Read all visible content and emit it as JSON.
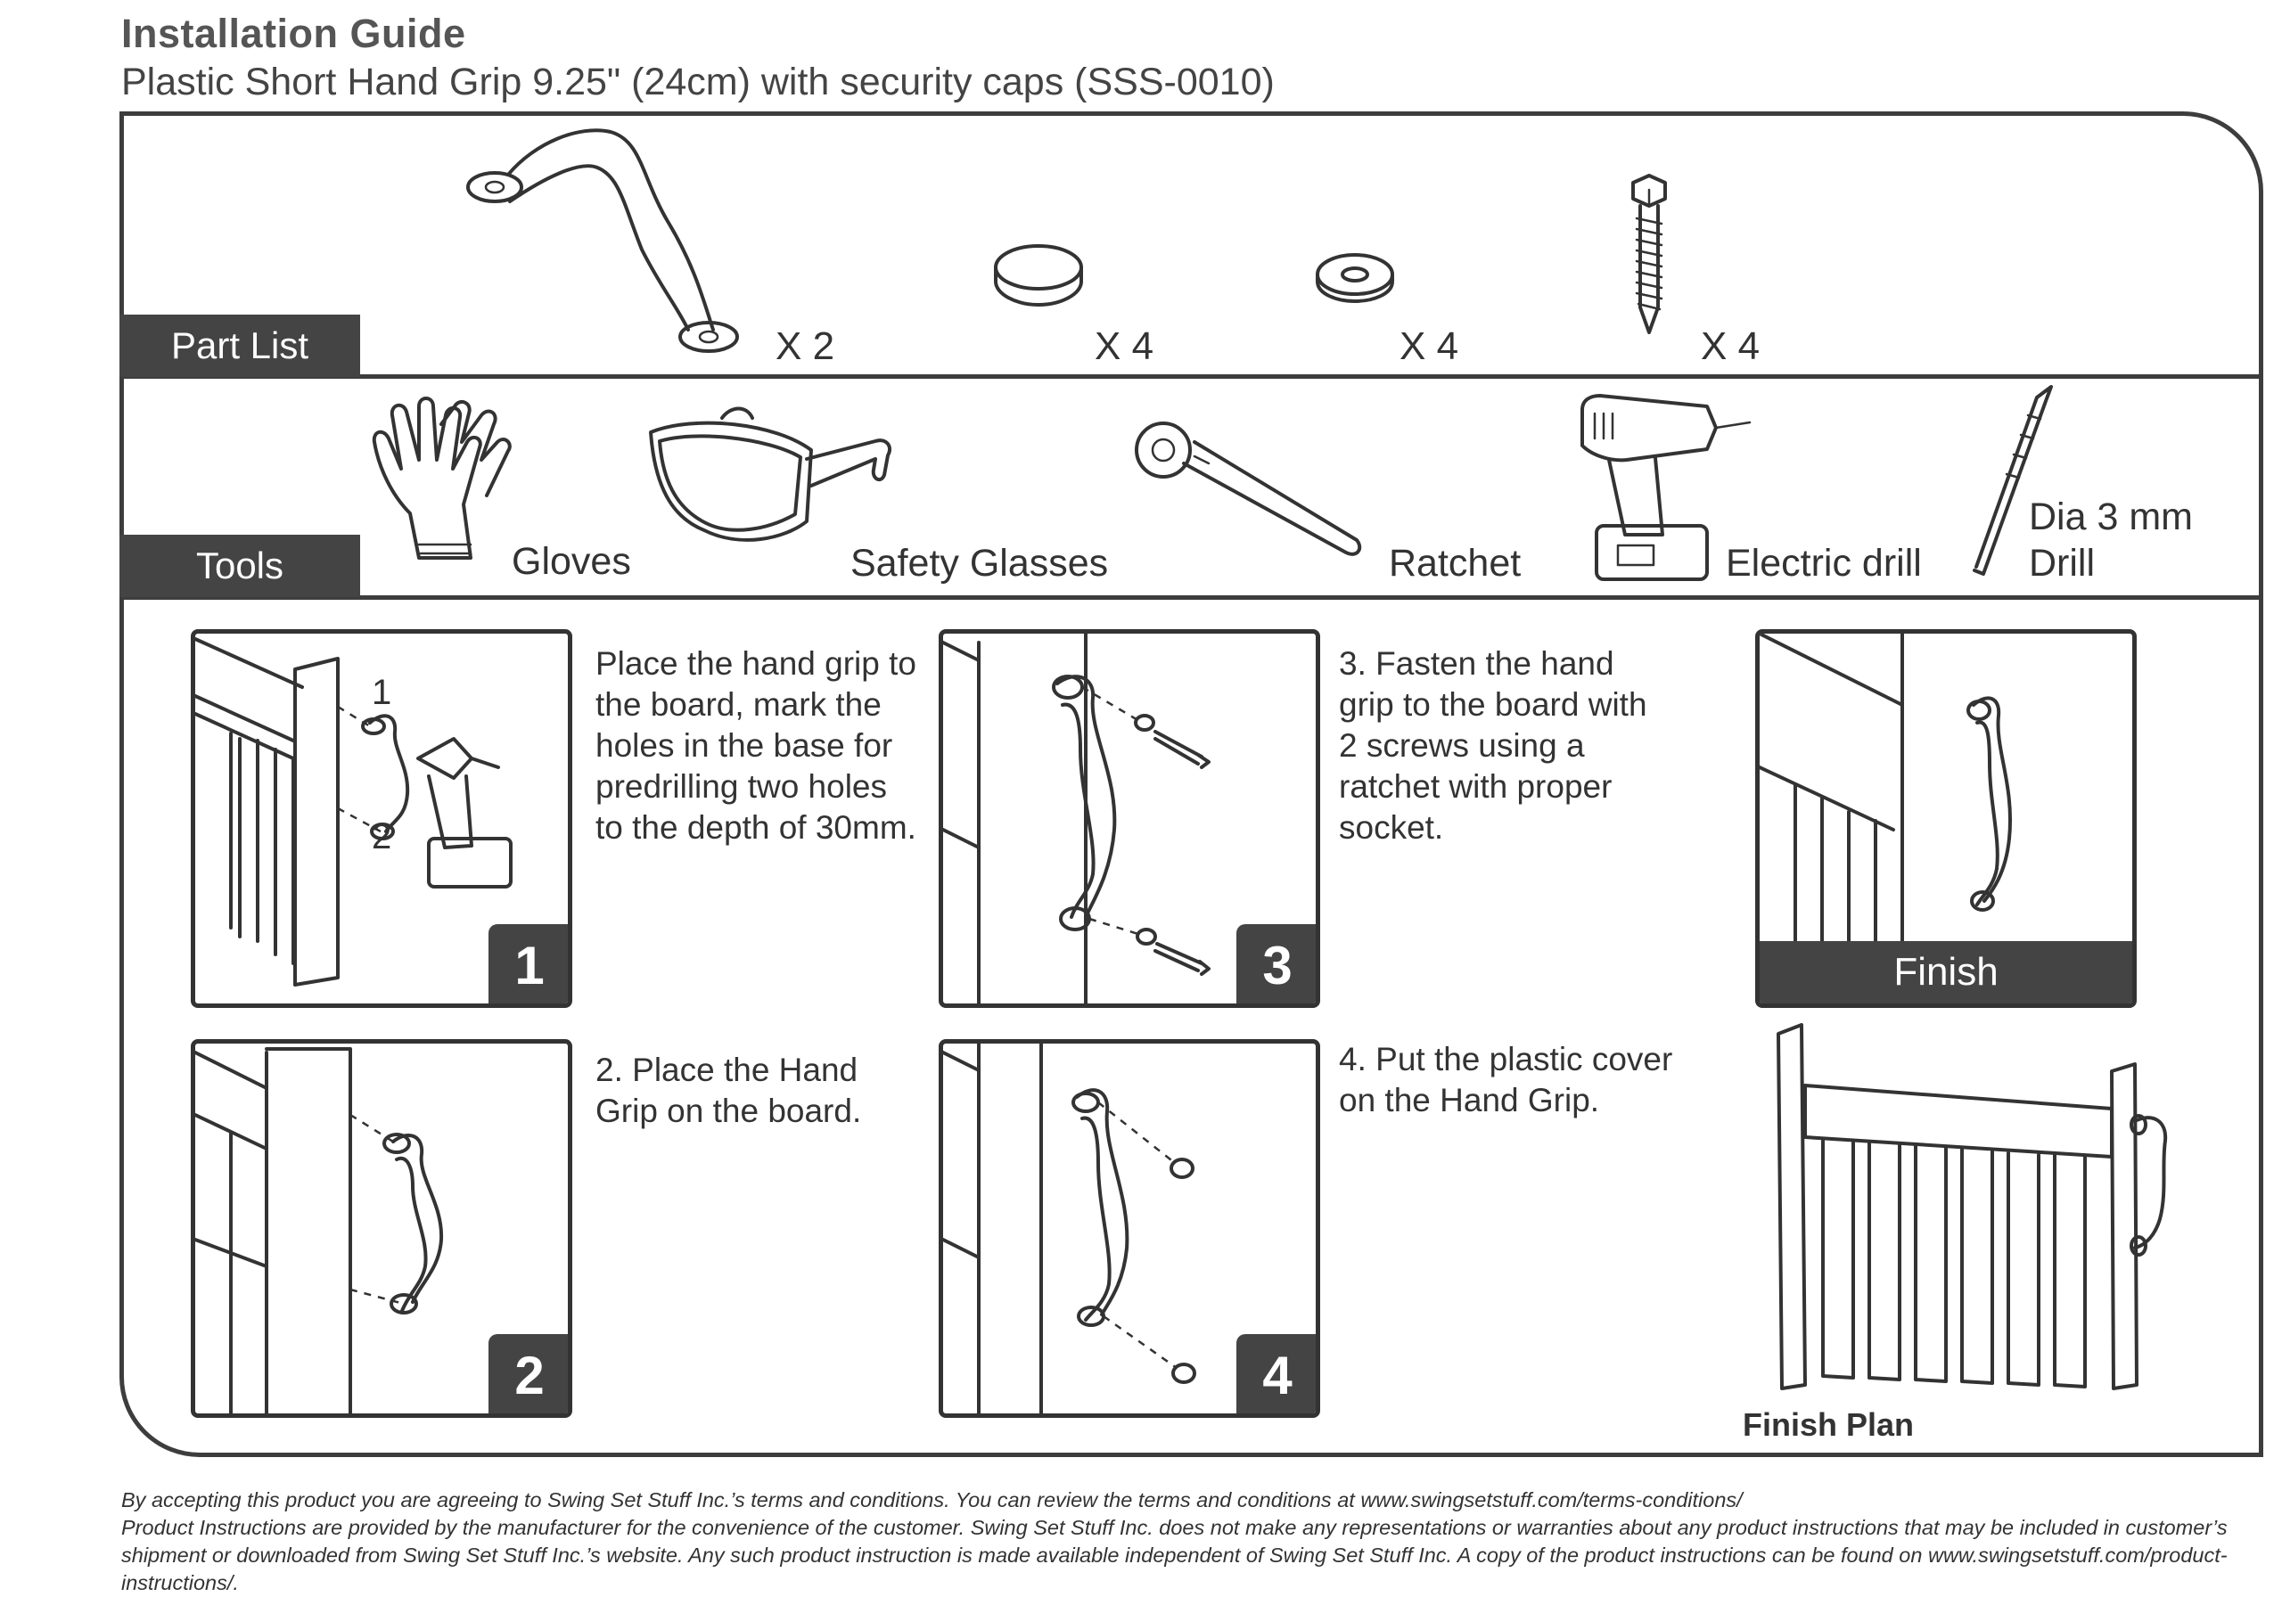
{
  "header": {
    "title": "Installation Guide",
    "subtitle": "Plastic Short Hand Grip 9.25\" (24cm) with security caps (SSS-0010)"
  },
  "part_list": {
    "label": "Part List",
    "items": [
      {
        "icon": "hand-grip-icon",
        "qty": "X 2"
      },
      {
        "icon": "security-cap-icon",
        "qty": "X 4"
      },
      {
        "icon": "washer-icon",
        "qty": "X 4"
      },
      {
        "icon": "lag-screw-icon",
        "qty": "X 4"
      }
    ]
  },
  "tools": {
    "label": "Tools",
    "items": [
      {
        "icon": "gloves-icon",
        "label": "Gloves"
      },
      {
        "icon": "safety-glasses-icon",
        "label": "Safety Glasses"
      },
      {
        "icon": "ratchet-icon",
        "label": "Ratchet"
      },
      {
        "icon": "electric-drill-icon",
        "label": "Electric drill"
      },
      {
        "icon": "drill-bit-icon",
        "label_line1": "Dia 3 mm",
        "label_line2": "Drill"
      }
    ]
  },
  "steps": [
    {
      "number": "1",
      "marker_1": "1",
      "marker_2": "2",
      "text": "Place the hand grip to\nthe board, mark the\nholes in the base for\npredrilling two holes\nto the depth of 30mm."
    },
    {
      "number": "2",
      "text": "2. Place the Hand\nGrip on the board."
    },
    {
      "number": "3",
      "text": "3. Fasten the hand\ngrip to the board with\n2 screws using a\nratchet with proper\nsocket."
    },
    {
      "number": "4",
      "text": "4. Put the plastic cover\non the Hand Grip."
    }
  ],
  "finish": {
    "label": "Finish",
    "plan_label": "Finish Plan"
  },
  "disclaimer": {
    "line1": "By accepting this product you are agreeing to Swing Set Stuff Inc.’s terms and conditions. You can review the terms and conditions at www.swingsetstuff.com/terms-conditions/",
    "line2": "Product Instructions are provided by the manufacturer for the convenience of the customer. Swing Set Stuff Inc. does not make any representations or warranties about any product instructions that may be included in customer’s shipment or downloaded from Swing Set Stuff Inc.’s website. Any such product instruction is made available independent of Swing Set Stuff Inc.  A copy of the product instructions can be found on www.swingsetstuff.com/product-instructions/."
  }
}
